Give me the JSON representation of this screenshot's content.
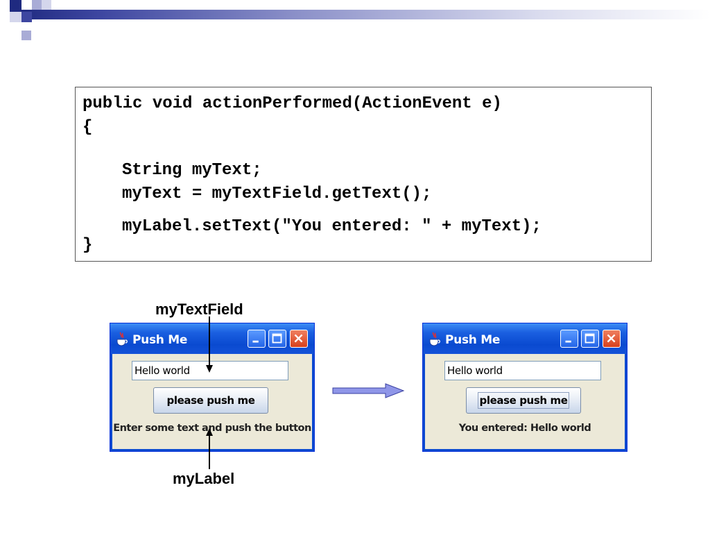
{
  "code": {
    "lines": [
      "public void actionPerformed(ActionEvent e)",
      "{",
      "String myText;",
      "myText = myTextField.getText();",
      "myLabel.setText(\"You entered: \" + myText);",
      "}"
    ]
  },
  "annotations": {
    "text_field_label": "myTextField",
    "label_label": "myLabel"
  },
  "window_before": {
    "title": "Push Me",
    "text_field_value": "Hello world",
    "button_label": "please push me",
    "status_label": "Enter some text and push the button"
  },
  "window_after": {
    "title": "Push Me",
    "text_field_value": "Hello world",
    "button_label": "please push me",
    "status_label": "You entered: Hello world"
  },
  "colors": {
    "title_bar": "#0a4ad0",
    "arrow_fill": "#8f96e8",
    "header_accent": "#1f2a80"
  }
}
